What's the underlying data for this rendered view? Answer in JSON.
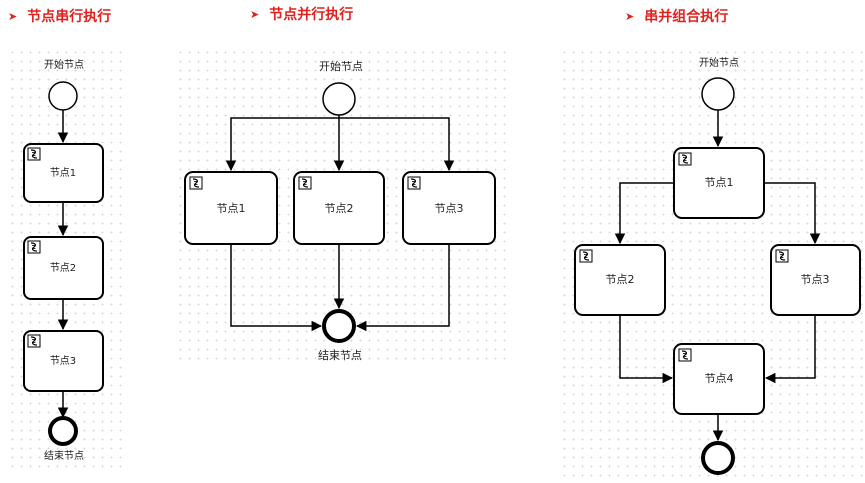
{
  "headings": {
    "serial": "节点串行执行",
    "parallel": "节点并行执行",
    "combined": "串并组合执行"
  },
  "bullet_icon": "arrow-bullet-icon",
  "accent_color": "#e0211d",
  "serial": {
    "start_label": "开始节点",
    "end_label": "结束节点",
    "nodes": [
      "节点1",
      "节点2",
      "节点3"
    ]
  },
  "parallel": {
    "start_label": "开始节点",
    "end_label": "结束节点",
    "nodes": [
      "节点1",
      "节点2",
      "节点3"
    ]
  },
  "combined": {
    "start_label": "开始节点",
    "nodes": [
      "节点1",
      "节点2",
      "节点3",
      "节点4"
    ]
  }
}
